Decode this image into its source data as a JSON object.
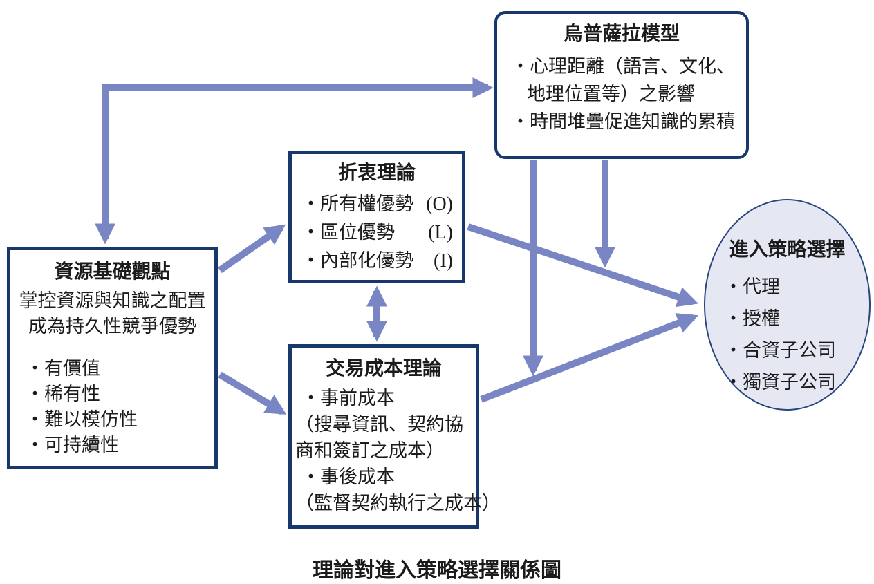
{
  "diagram": {
    "caption": "理論對進入策略選擇關係圖",
    "colors": {
      "box_border": "#17386d",
      "arrow": "#7a86c3",
      "ellipse_fill": "#e5e8f3",
      "ellipse_border": "#27467f",
      "text": "#1b1b1b"
    },
    "boxes": {
      "uppsala": {
        "title": "烏普薩拉模型",
        "lines": [
          "・心理距離（語言、文化、",
          "地理位置等）之影響",
          "・時間堆疊促進知識的累積"
        ]
      },
      "eclectic": {
        "title": "折衷理論",
        "items": [
          {
            "text": "・所有權優勢",
            "tag": "(O)"
          },
          {
            "text": "・區位優勢",
            "tag": "(L)"
          },
          {
            "text": "・內部化優勢",
            "tag": "(I)"
          }
        ]
      },
      "rbv": {
        "title": "資源基礎觀點",
        "subtitle_lines": [
          "掌控資源與知識之配置",
          "成為持久性競爭優勢"
        ],
        "bullets": [
          "・有價值",
          "・稀有性",
          "・難以模仿性",
          "・可持續性"
        ]
      },
      "tct": {
        "title": "交易成本理論",
        "lines": [
          "・事前成本",
          "（搜尋資訊、契約協",
          "商和簽訂之成本）",
          "・事後成本",
          "（監督契約執行之成本）"
        ]
      },
      "entry": {
        "title": "進入策略選擇",
        "bullets": [
          "・代理",
          "・授權",
          "・合資子公司",
          "・獨資子公司"
        ]
      }
    }
  }
}
